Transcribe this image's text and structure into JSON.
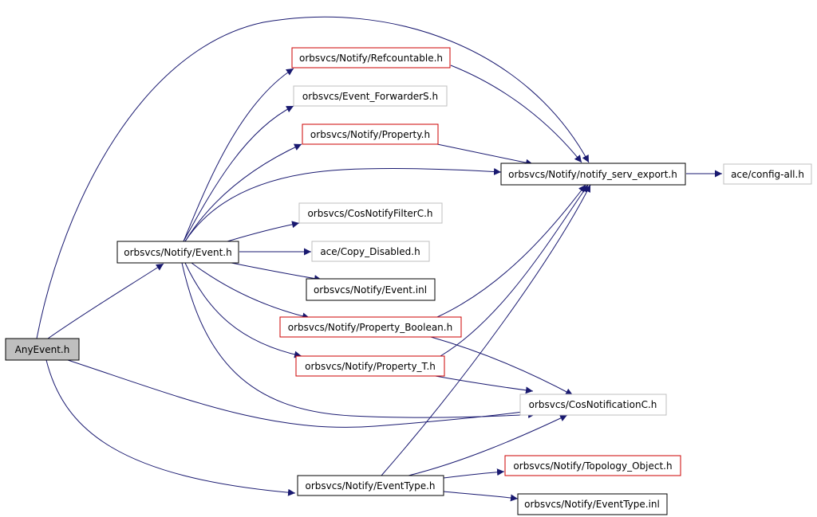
{
  "colors": {
    "edge": "#191970",
    "border_default": "#000000",
    "border_red": "#cc0000",
    "border_gray": "#bfbfbf",
    "fill_default": "#ffffff",
    "fill_root": "#bfbfbf"
  },
  "nodes": [
    {
      "id": "anyevent",
      "label": "AnyEvent.h",
      "style": "root"
    },
    {
      "id": "event",
      "label": "orbsvcs/Notify/Event.h",
      "style": "default"
    },
    {
      "id": "refcountable",
      "label": "orbsvcs/Notify/Refcountable.h",
      "style": "red"
    },
    {
      "id": "forwarder",
      "label": "orbsvcs/Event_ForwarderS.h",
      "style": "gray"
    },
    {
      "id": "property",
      "label": "orbsvcs/Notify/Property.h",
      "style": "red"
    },
    {
      "id": "notify_export",
      "label": "orbsvcs/Notify/notify_serv_export.h",
      "style": "default"
    },
    {
      "id": "config_all",
      "label": "ace/config-all.h",
      "style": "gray"
    },
    {
      "id": "filterc",
      "label": "orbsvcs/CosNotifyFilterC.h",
      "style": "gray"
    },
    {
      "id": "copy_disabled",
      "label": "ace/Copy_Disabled.h",
      "style": "gray"
    },
    {
      "id": "event_inl",
      "label": "orbsvcs/Notify/Event.inl",
      "style": "default"
    },
    {
      "id": "prop_bool",
      "label": "orbsvcs/Notify/Property_Boolean.h",
      "style": "red"
    },
    {
      "id": "prop_t",
      "label": "orbsvcs/Notify/Property_T.h",
      "style": "red"
    },
    {
      "id": "cosnotif",
      "label": "orbsvcs/CosNotificationC.h",
      "style": "gray"
    },
    {
      "id": "topology",
      "label": "orbsvcs/Notify/Topology_Object.h",
      "style": "red"
    },
    {
      "id": "eventtype",
      "label": "orbsvcs/Notify/EventType.h",
      "style": "default"
    },
    {
      "id": "eventtype_inl",
      "label": "orbsvcs/Notify/EventType.inl",
      "style": "default"
    }
  ],
  "edges": [
    {
      "from": "anyevent",
      "to": "event"
    },
    {
      "from": "anyevent",
      "to": "notify_export"
    },
    {
      "from": "anyevent",
      "to": "cosnotif"
    },
    {
      "from": "anyevent",
      "to": "eventtype"
    },
    {
      "from": "event",
      "to": "refcountable"
    },
    {
      "from": "event",
      "to": "forwarder"
    },
    {
      "from": "event",
      "to": "property"
    },
    {
      "from": "event",
      "to": "notify_export"
    },
    {
      "from": "event",
      "to": "filterc"
    },
    {
      "from": "event",
      "to": "copy_disabled"
    },
    {
      "from": "event",
      "to": "event_inl"
    },
    {
      "from": "event",
      "to": "prop_bool"
    },
    {
      "from": "event",
      "to": "prop_t"
    },
    {
      "from": "event",
      "to": "cosnotif"
    },
    {
      "from": "refcountable",
      "to": "notify_export"
    },
    {
      "from": "property",
      "to": "notify_export"
    },
    {
      "from": "notify_export",
      "to": "config_all"
    },
    {
      "from": "prop_bool",
      "to": "notify_export"
    },
    {
      "from": "prop_bool",
      "to": "cosnotif"
    },
    {
      "from": "prop_t",
      "to": "notify_export"
    },
    {
      "from": "prop_t",
      "to": "cosnotif"
    },
    {
      "from": "eventtype",
      "to": "notify_export"
    },
    {
      "from": "eventtype",
      "to": "cosnotif"
    },
    {
      "from": "eventtype",
      "to": "topology"
    },
    {
      "from": "eventtype",
      "to": "eventtype_inl"
    }
  ]
}
